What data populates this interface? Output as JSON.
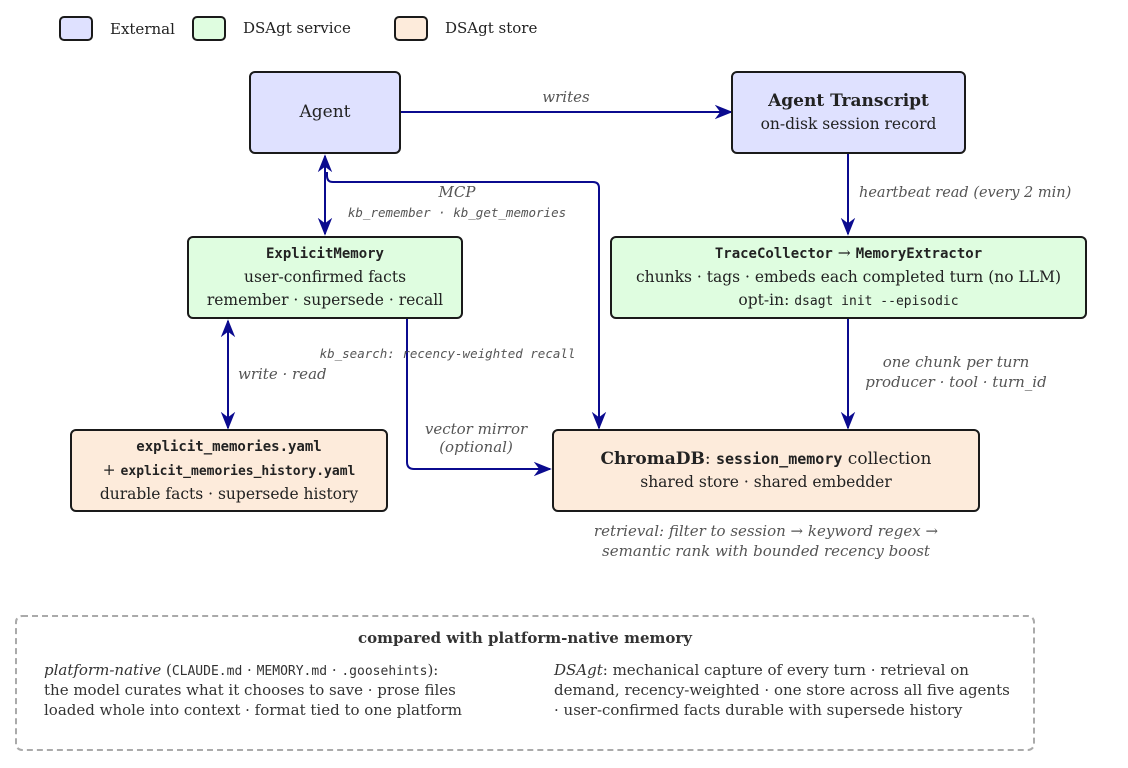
{
  "legend": {
    "external": "External",
    "service": "DSAgt service",
    "store": "DSAgt store",
    "colors": {
      "external": "#dfe1ff",
      "service": "#dffde0",
      "store": "#fdebdb"
    }
  },
  "nodes": {
    "agent": {
      "label": "Agent"
    },
    "transcript": {
      "title": "Agent Transcript",
      "subtitle": "on-disk session record"
    },
    "explicit_memory": {
      "title": "ExplicitMemory",
      "line1": "user-confirmed facts",
      "line2": "remember · supersede · recall"
    },
    "trace_collector": {
      "title_a": "TraceCollector",
      "arrow": " → ",
      "title_b": "MemoryExtractor",
      "line1": "chunks · tags · embeds each completed turn (no LLM)",
      "optin_label": "opt-in: ",
      "optin_cmd": "dsagt init --episodic"
    },
    "yaml_store": {
      "title": "explicit_memories.yaml",
      "plus": "+ ",
      "line1": "explicit_memories_history.yaml",
      "line2": "durable facts · supersede history"
    },
    "chromadb": {
      "title_a": "ChromaDB",
      "sep": ": ",
      "title_b": "session_memory",
      "title_c": " collection",
      "subtitle": "shared store · shared embedder"
    }
  },
  "edges": {
    "writes": "writes",
    "mcp": "MCP",
    "mcp_tools": "kb_remember · kb_get_memories",
    "heartbeat": "heartbeat read (every 2 min)",
    "kb_search": "kb_search: recency-weighted recall",
    "write_read": "write · read",
    "vector_mirror_1": "vector mirror",
    "vector_mirror_2": "(optional)",
    "chunk_1": "one chunk per turn",
    "chunk_2": "producer · tool · turn_id",
    "retrieval_1": "retrieval: filter to session → keyword regex →",
    "retrieval_2": "semantic rank with bounded recency boost"
  },
  "comparison": {
    "title": "compared with platform-native memory",
    "left": {
      "label": "platform-native",
      "open": " (",
      "file1": "CLAUDE.md",
      "dot1": " · ",
      "file2": "MEMORY.md",
      "dot2": " · ",
      "file3": ".goosehints",
      "close": "):",
      "line2": "the model curates what it chooses to save · prose files",
      "line3": "loaded whole into context · format tied to one platform"
    },
    "right": {
      "label": "DSAgt",
      "line1": ": mechanical capture of every turn · retrieval on",
      "line2": "demand, recency-weighted · one store across all five agents",
      "line3": "· user-confirmed facts durable with supersede history"
    }
  }
}
